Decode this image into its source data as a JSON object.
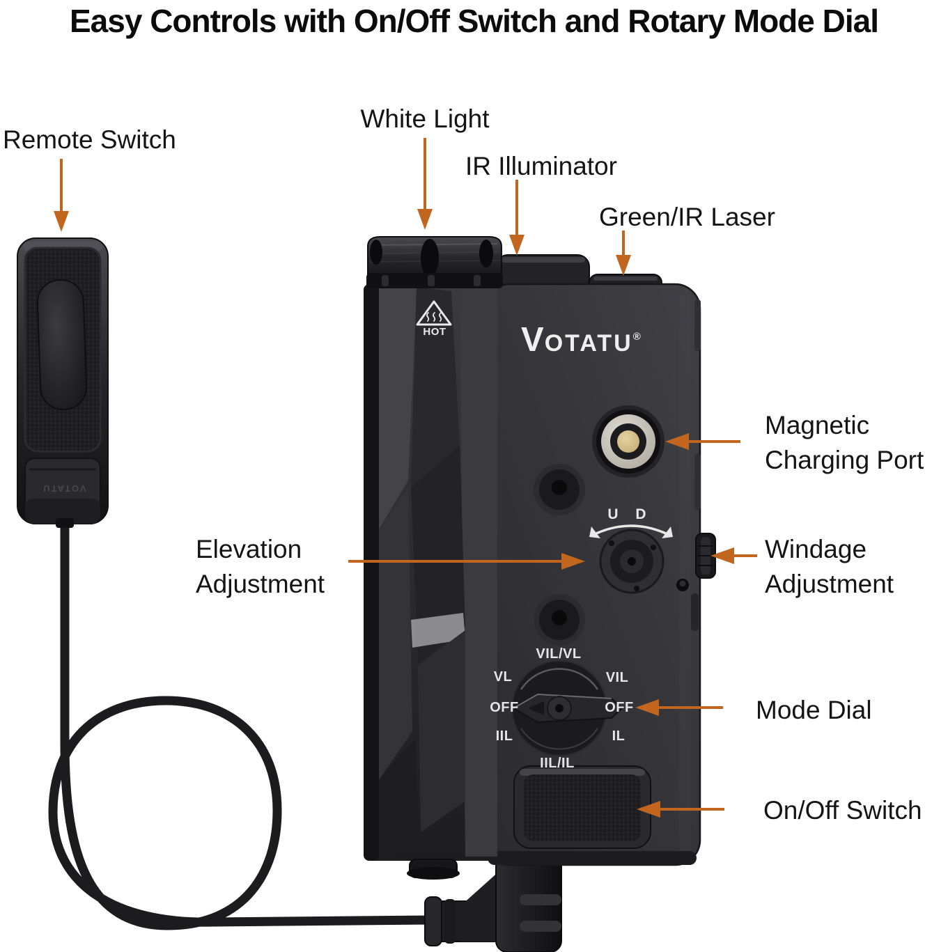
{
  "title": "Easy Controls with On/Off Switch and Rotary Mode Dial",
  "colors": {
    "background": "#FFFFFF",
    "accent_arrow": "#C2661F",
    "label_text": "#141414",
    "device_body": "#38383B",
    "device_dark": "#18181A",
    "charging_port_silver": "#C6C2B8",
    "charging_port_gold": "#D8C28C"
  },
  "callouts": {
    "remote_switch": "Remote Switch",
    "white_light": "White Light",
    "ir_illuminator": "IR Illuminator",
    "green_ir_laser": "Green/IR Laser",
    "magnetic_charging_port": {
      "line1": "Magnetic",
      "line2": "Charging Port"
    },
    "elevation_adjustment": {
      "line1": "Elevation",
      "line2": "Adjustment"
    },
    "windage_adjustment": {
      "line1": "Windage",
      "line2": "Adjustment"
    },
    "mode_dial": "Mode Dial",
    "on_off_switch": "On/Off Switch"
  },
  "device": {
    "brand": "VOTATU",
    "registered_mark": "®",
    "hot_warning": "HOT",
    "elevation_markings": {
      "up": "U",
      "down": "D"
    },
    "mode_dial": {
      "top": "VIL/VL",
      "upper_left": "VL",
      "upper_right": "VIL",
      "left": "OFF",
      "right": "OFF",
      "lower_left": "IIL",
      "lower_right": "IL",
      "bottom": "IIL/IL"
    },
    "remote_connector_brand": "VOTATU"
  }
}
